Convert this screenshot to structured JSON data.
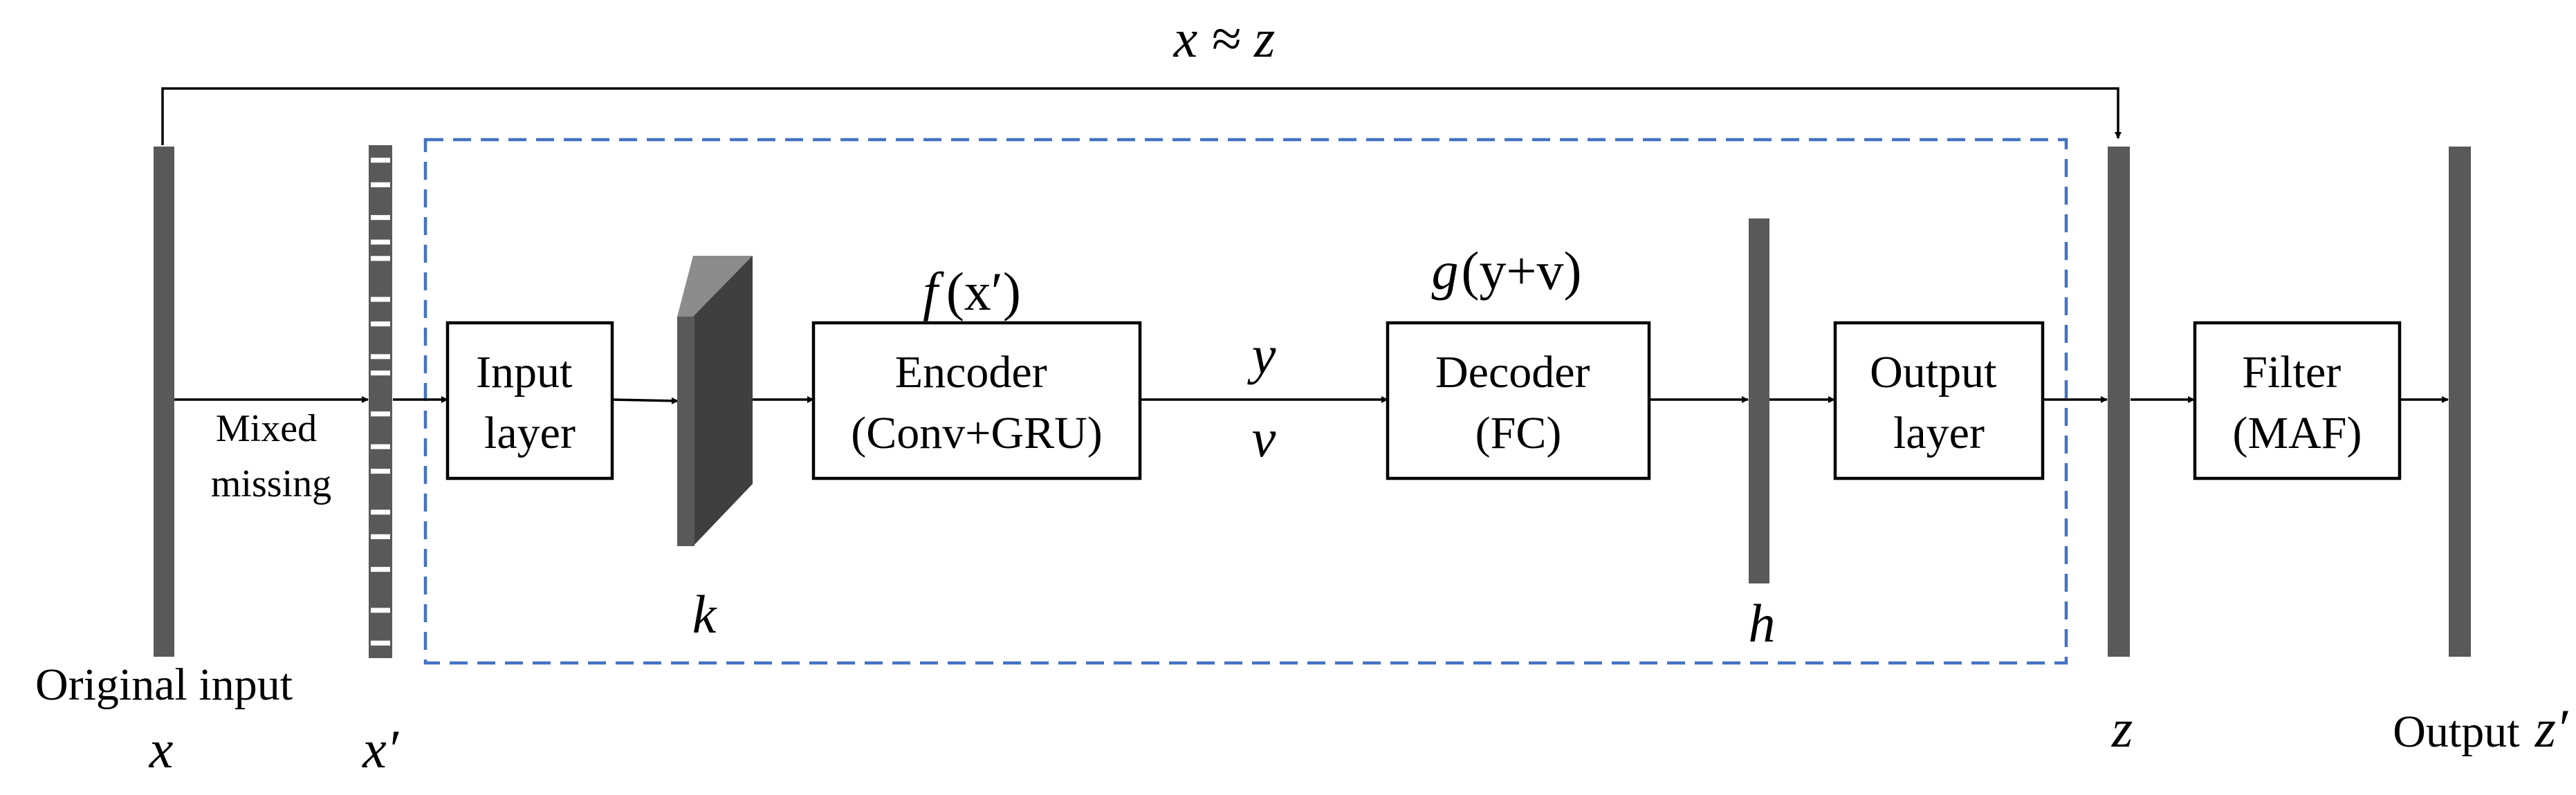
{
  "top_relation": "x ≈ z",
  "original_input": {
    "caption": "Original input",
    "symbol": "x"
  },
  "masking_step": "Mixed\nmissing",
  "masked_input": {
    "symbol": "x′"
  },
  "blocks": {
    "input_layer": "Input\nlayer",
    "encoder": "Encoder\n(Conv+GRU)",
    "decoder": "Decoder\n(FC)",
    "output_layer": "Output\nlayer",
    "filter": "Filter\n(MAF)"
  },
  "math": {
    "encoder_fn_name": "f",
    "encoder_fn_arg": "(x′)",
    "decoder_fn_name": "g",
    "decoder_fn_arg": "(y+v)",
    "latent_y": "y",
    "latent_v": "v",
    "feature_k": "k",
    "hidden_h": "h",
    "reconstruction_z": "z"
  },
  "output": {
    "caption": "Output",
    "symbol": "z′"
  },
  "colors": {
    "bar": "#595959",
    "frame_dash": "#4472C4",
    "block_front": "#595959",
    "block_top": "#8c8c8c",
    "block_side": "#3f3f3f",
    "mask_gap": "#ffffff"
  },
  "mask_pattern": [
    1,
    0,
    1,
    1,
    0,
    1,
    1,
    1,
    0,
    1,
    1,
    0,
    1,
    0,
    1,
    1,
    1,
    1,
    0,
    1,
    1,
    0,
    1,
    1,
    1,
    0,
    1,
    0,
    1,
    1,
    1,
    1,
    0,
    1,
    1,
    1,
    0,
    1,
    1,
    0,
    1,
    1,
    1,
    1,
    0,
    1,
    1,
    0,
    1,
    1,
    1,
    0,
    1,
    1,
    1,
    1,
    0,
    1,
    1,
    1,
    0,
    1
  ]
}
